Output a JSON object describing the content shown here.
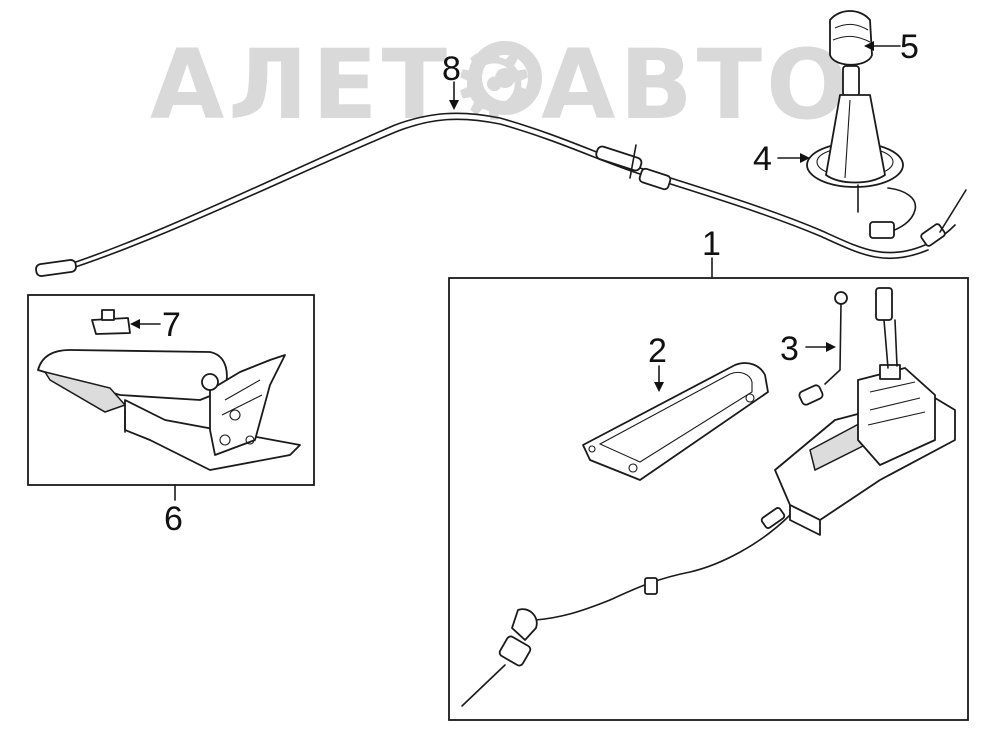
{
  "watermark": {
    "text": "АЛЕТ⚙АВТО",
    "color": "#d9d9d9"
  },
  "callouts": {
    "c1": "1",
    "c2": "2",
    "c3": "3",
    "c4": "4",
    "c5": "5",
    "c6": "6",
    "c7": "7",
    "c8": "8"
  },
  "icons": {
    "arrow": "arrow-icon",
    "gear": "gear-icon"
  }
}
